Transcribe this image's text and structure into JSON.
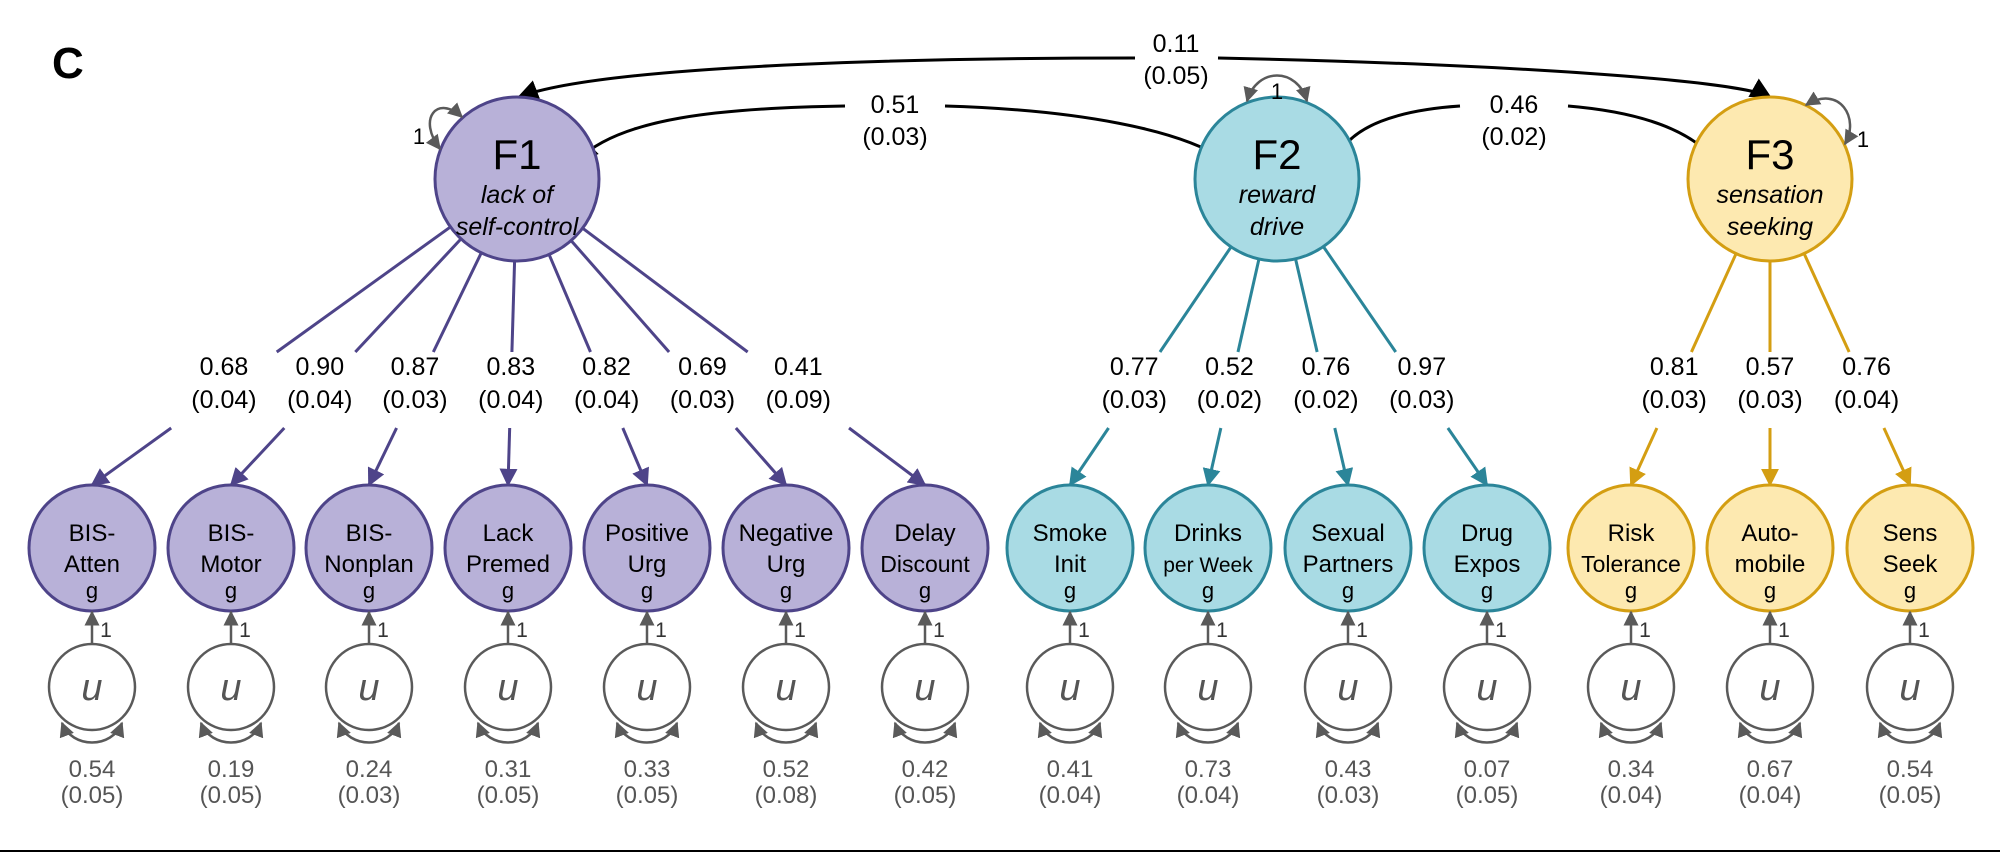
{
  "panel_label": "C",
  "factors": [
    {
      "id": "F1",
      "name": "F1",
      "subtitle": [
        "lack of",
        "self-control"
      ],
      "variance": "1",
      "fill": "#b8b1d8",
      "stroke": "#4e4489"
    },
    {
      "id": "F2",
      "name": "F2",
      "subtitle": [
        "reward",
        "drive"
      ],
      "variance": "1",
      "fill": "#a9dbe4",
      "stroke": "#2b8599"
    },
    {
      "id": "F3",
      "name": "F3",
      "subtitle": [
        "sensation",
        "seeking"
      ],
      "variance": "1",
      "fill": "#fde9b0",
      "stroke": "#d49e12"
    }
  ],
  "covariances": [
    {
      "from": "F1",
      "to": "F3",
      "estimate": "0.11",
      "se": "(0.05)"
    },
    {
      "from": "F1",
      "to": "F2",
      "estimate": "0.51",
      "se": "(0.03)"
    },
    {
      "from": "F2",
      "to": "F3",
      "estimate": "0.46",
      "se": "(0.02)"
    }
  ],
  "indicators": [
    {
      "factor": 0,
      "lines": [
        "BIS-",
        "Atten"
      ],
      "suffix": "g",
      "loading": "0.68",
      "loading_se": "(0.04)",
      "u_path": "1",
      "u_label": "u",
      "residual": "0.54",
      "residual_se": "(0.05)"
    },
    {
      "factor": 0,
      "lines": [
        "BIS-",
        "Motor"
      ],
      "suffix": "g",
      "loading": "0.90",
      "loading_se": "(0.04)",
      "u_path": "1",
      "u_label": "u",
      "residual": "0.19",
      "residual_se": "(0.05)"
    },
    {
      "factor": 0,
      "lines": [
        "BIS-",
        "Nonplan"
      ],
      "suffix": "g",
      "loading": "0.87",
      "loading_se": "(0.03)",
      "u_path": "1",
      "u_label": "u",
      "residual": "0.24",
      "residual_se": "(0.03)"
    },
    {
      "factor": 0,
      "lines": [
        "Lack",
        "Premed"
      ],
      "suffix": "g",
      "loading": "0.83",
      "loading_se": "(0.04)",
      "u_path": "1",
      "u_label": "u",
      "residual": "0.31",
      "residual_se": "(0.05)"
    },
    {
      "factor": 0,
      "lines": [
        "Positive",
        "Urg"
      ],
      "suffix": "g",
      "loading": "0.82",
      "loading_se": "(0.04)",
      "u_path": "1",
      "u_label": "u",
      "residual": "0.33",
      "residual_se": "(0.05)"
    },
    {
      "factor": 0,
      "lines": [
        "Negative",
        "Urg"
      ],
      "suffix": "g",
      "loading": "0.69",
      "loading_se": "(0.03)",
      "u_path": "1",
      "u_label": "u",
      "residual": "0.52",
      "residual_se": "(0.08)"
    },
    {
      "factor": 0,
      "lines": [
        "Delay",
        "Discount"
      ],
      "suffix": "g",
      "loading": "0.41",
      "loading_se": "(0.09)",
      "u_path": "1",
      "u_label": "u",
      "residual": "0.42",
      "residual_se": "(0.05)"
    },
    {
      "factor": 1,
      "lines": [
        "Smoke",
        "Init"
      ],
      "suffix": "g",
      "loading": "0.77",
      "loading_se": "(0.03)",
      "u_path": "1",
      "u_label": "u",
      "residual": "0.41",
      "residual_se": "(0.04)"
    },
    {
      "factor": 1,
      "lines": [
        "Drinks",
        "per Week"
      ],
      "suffix": "g",
      "loading": "0.52",
      "loading_se": "(0.02)",
      "u_path": "1",
      "u_label": "u",
      "residual": "0.73",
      "residual_se": "(0.04)"
    },
    {
      "factor": 1,
      "lines": [
        "Sexual",
        "Partners"
      ],
      "suffix": "g",
      "loading": "0.76",
      "loading_se": "(0.02)",
      "u_path": "1",
      "u_label": "u",
      "residual": "0.43",
      "residual_se": "(0.03)"
    },
    {
      "factor": 1,
      "lines": [
        "Drug",
        "Expos"
      ],
      "suffix": "g",
      "loading": "0.97",
      "loading_se": "(0.03)",
      "u_path": "1",
      "u_label": "u",
      "residual": "0.07",
      "residual_se": "(0.05)"
    },
    {
      "factor": 2,
      "lines": [
        "Risk",
        "Tolerance"
      ],
      "suffix": "g",
      "loading": "0.81",
      "loading_se": "(0.03)",
      "u_path": "1",
      "u_label": "u",
      "residual": "0.34",
      "residual_se": "(0.04)"
    },
    {
      "factor": 2,
      "lines": [
        "Auto-",
        "mobile"
      ],
      "suffix": "g",
      "loading": "0.57",
      "loading_se": "(0.03)",
      "u_path": "1",
      "u_label": "u",
      "residual": "0.67",
      "residual_se": "(0.04)"
    },
    {
      "factor": 2,
      "lines": [
        "Sens",
        "Seek"
      ],
      "suffix": "g",
      "loading": "0.76",
      "loading_se": "(0.04)",
      "u_path": "1",
      "u_label": "u",
      "residual": "0.54",
      "residual_se": "(0.05)"
    }
  ]
}
